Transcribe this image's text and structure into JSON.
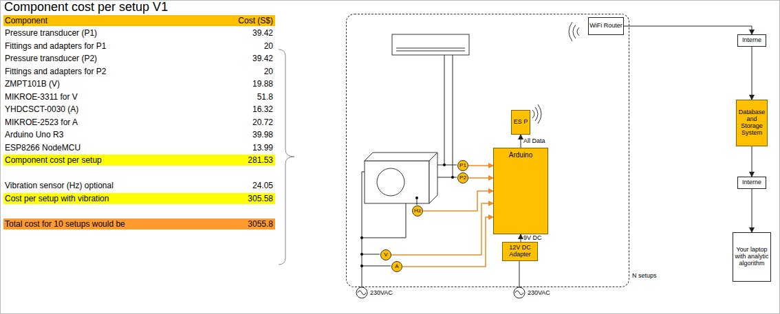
{
  "diagram": {
    "title": "Component cost per setup V1",
    "nodes": [
      {
        "text": [
          "N setups"
        ]
      },
      {
        "text": [
          "WiFi Router"
        ],
        "in": 0
      },
      {
        "text": [
          "ES P"
        ],
        "in": 0
      },
      {
        "text": [
          "Arduino"
        ],
        "in": 0
      },
      {
        "text": [
          "P1"
        ],
        "in": 0
      },
      {
        "text": [
          "P2"
        ],
        "in": 0
      },
      {
        "text": [
          "Hz"
        ],
        "in": 0
      },
      {
        "text": [
          "V"
        ],
        "in": 0
      },
      {
        "text": [
          "A"
        ],
        "in": 0
      },
      {
        "text": [
          "12V DC Adapter"
        ],
        "in": 0
      },
      {
        "text": [
          "Interne"
        ]
      },
      {
        "text": [
          "Database and Storage System"
        ]
      },
      {
        "text": [
          "Interne"
        ]
      },
      {
        "text": [
          "Your laptop with analytic algorithm"
        ]
      }
    ],
    "edges": [
      {
        "from": 1,
        "to": 10,
        "arrow": "to"
      },
      {
        "from": 10,
        "to": 11,
        "arrow": "to"
      },
      {
        "from": 11,
        "to": 12,
        "arrow": "to"
      },
      {
        "from": 12,
        "to": 13,
        "arrow": "to"
      },
      {
        "from": 3,
        "to": 2,
        "label": "All Data",
        "arrow": "to"
      },
      {
        "from": 4,
        "to": 3,
        "arrow": "to"
      },
      {
        "from": 5,
        "to": 3,
        "arrow": "to"
      },
      {
        "from": 6,
        "to": 3,
        "arrow": "to"
      },
      {
        "from": 7,
        "to": 3,
        "arrow": "to"
      },
      {
        "from": 8,
        "to": 3,
        "arrow": "to"
      },
      {
        "from": 9,
        "to": 3,
        "label": "9V DC",
        "arrow": "to"
      }
    ],
    "labels": [
      "Component",
      "Cost (S$)",
      "Pressure transducer (P1)",
      "39.42",
      "Fittings and adapters for P1",
      "20",
      "Pressure transducer (P2)",
      "39.42",
      "Fittings and adapters for P2",
      "20",
      "ZMPT101B (V)",
      "19.88",
      "MIKROE-3311 for V",
      "51.8",
      "YHDCSCT-0030 (A)",
      "16.32",
      "MIKROE-2523 for A",
      "20.72",
      "Arduino Uno R3",
      "39.98",
      "ESP8266 NodeMCU",
      "13.99",
      "Component cost per setup",
      "281.53",
      "Vibration sensor (Hz) optional",
      "24.05",
      "Cost per setup with vibration",
      "305.58",
      "Total cost for 10 setups would be",
      "3055.8",
      "230VAC",
      "230VAC"
    ]
  }
}
